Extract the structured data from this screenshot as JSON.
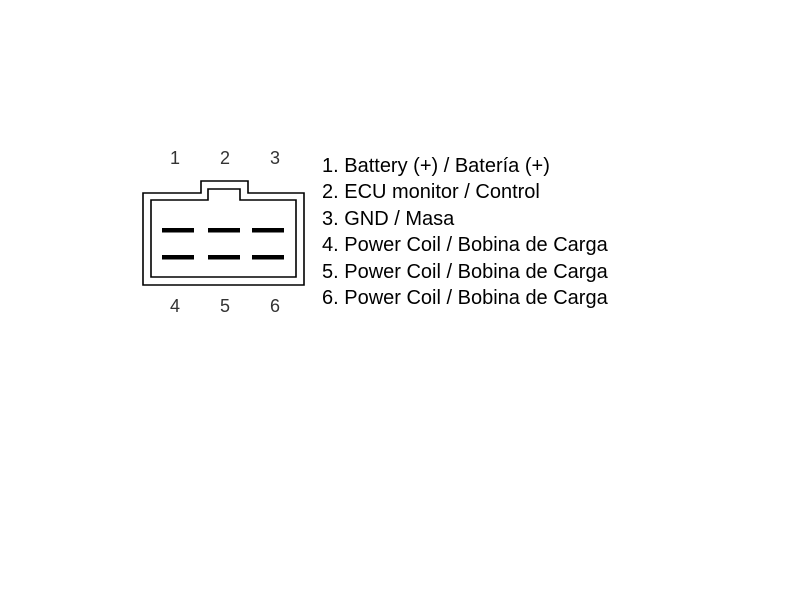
{
  "connector": {
    "top_pins": [
      "1",
      "2",
      "3"
    ],
    "bottom_pins": [
      "4",
      "5",
      "6"
    ]
  },
  "legend": {
    "items": [
      "1. Battery (+) / Batería (+)",
      "2. ECU monitor / Control",
      "3. GND / Masa",
      "4. Power Coil / Bobina de Carga",
      "5. Power Coil / Bobina de Carga",
      "6. Power Coil / Bobina de Carga"
    ]
  },
  "colors": {
    "outline": "#000000",
    "terminal": "#000000",
    "pin_label": "#333333"
  }
}
